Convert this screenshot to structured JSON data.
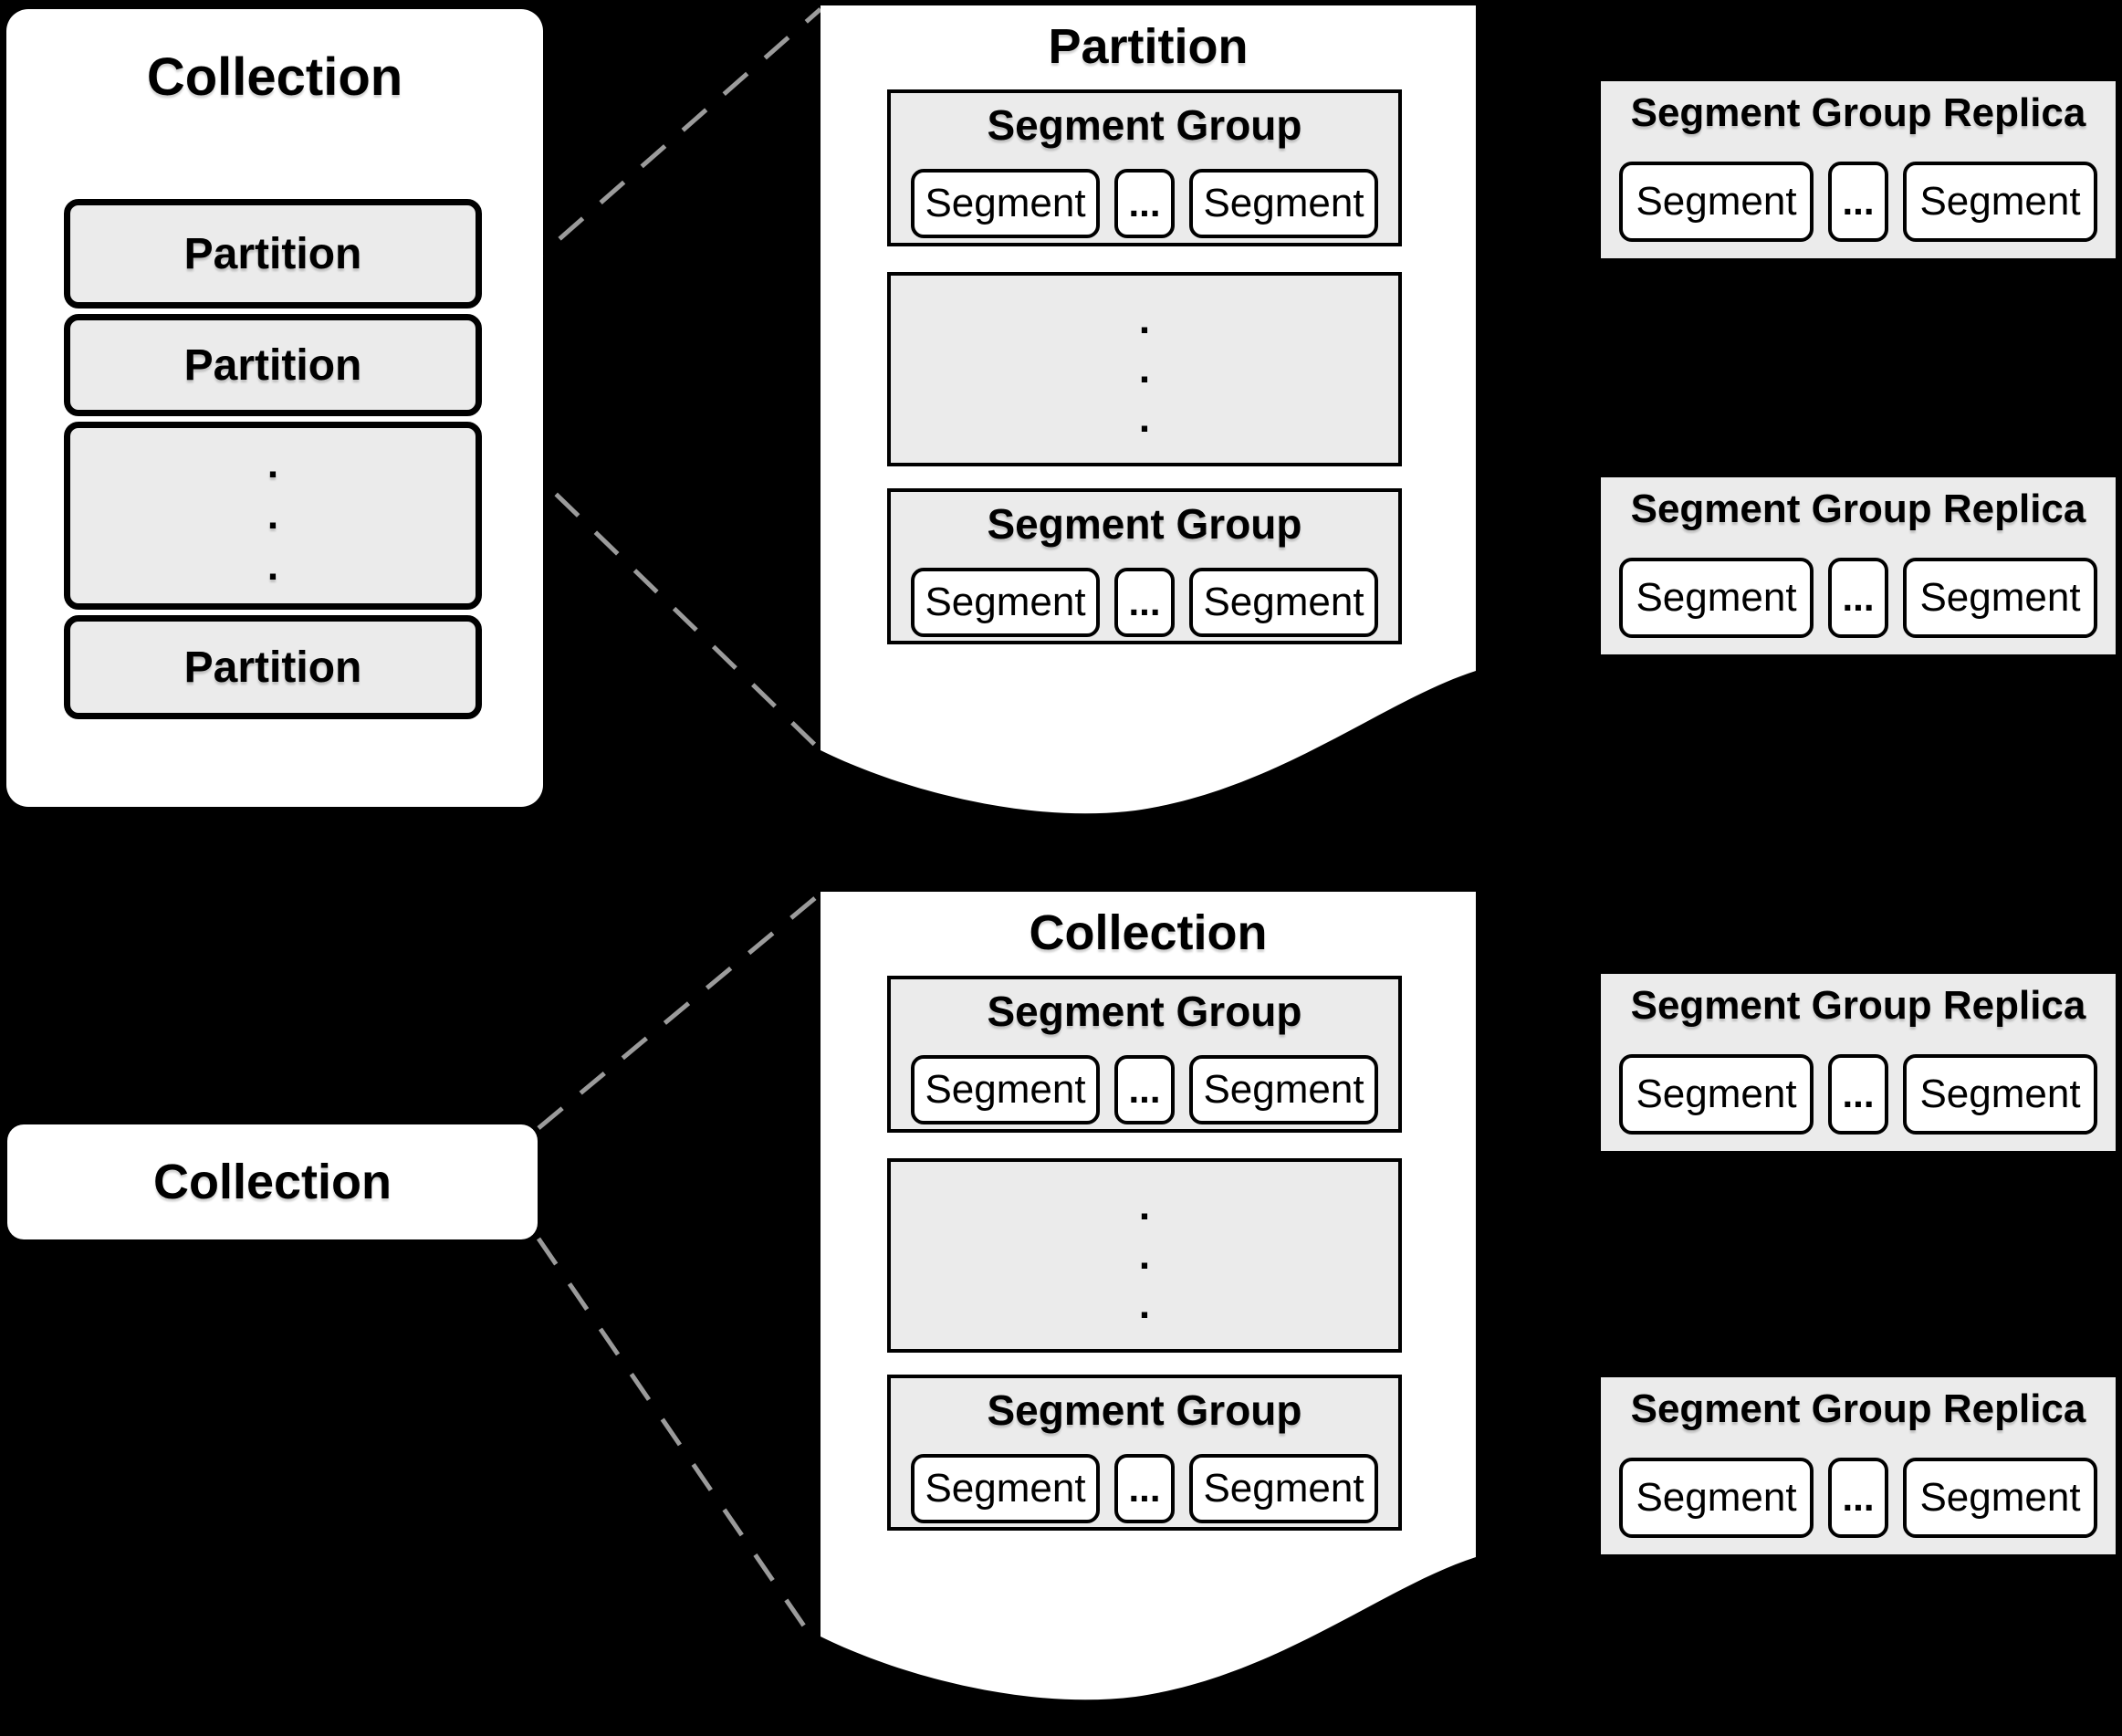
{
  "colors": {
    "background": "#000000",
    "panel_fill": "#ffffff",
    "box_fill": "#ebebeb",
    "border": "#000000",
    "connector": "#9b9b9b"
  },
  "left_collection": {
    "title": "Collection",
    "partitions": [
      "Partition",
      "Partition",
      "Partition"
    ],
    "ellipsis_vertical": ".\n.\n."
  },
  "bottom_collection": {
    "title": "Collection"
  },
  "zoom_page_top": {
    "title": "Partition",
    "ellipsis_vertical": ".\n.\n.",
    "segment_groups": [
      {
        "title": "Segment Group",
        "segments": [
          "Segment",
          "Segment"
        ],
        "ellipsis": "..."
      },
      {
        "title": "Segment Group",
        "segments": [
          "Segment",
          "Segment"
        ],
        "ellipsis": "..."
      }
    ]
  },
  "zoom_page_bottom": {
    "title": "Collection",
    "ellipsis_vertical": ".\n.\n.",
    "segment_groups": [
      {
        "title": "Segment Group",
        "segments": [
          "Segment",
          "Segment"
        ],
        "ellipsis": "..."
      },
      {
        "title": "Segment Group",
        "segments": [
          "Segment",
          "Segment"
        ],
        "ellipsis": "..."
      }
    ]
  },
  "replicas": [
    {
      "title": "Segment Group Replica",
      "segments": [
        "Segment",
        "Segment"
      ],
      "ellipsis": "..."
    },
    {
      "title": "Segment Group Replica",
      "segments": [
        "Segment",
        "Segment"
      ],
      "ellipsis": "..."
    },
    {
      "title": "Segment Group Replica",
      "segments": [
        "Segment",
        "Segment"
      ],
      "ellipsis": "..."
    },
    {
      "title": "Segment Group Replica",
      "segments": [
        "Segment",
        "Segment"
      ],
      "ellipsis": "..."
    }
  ]
}
